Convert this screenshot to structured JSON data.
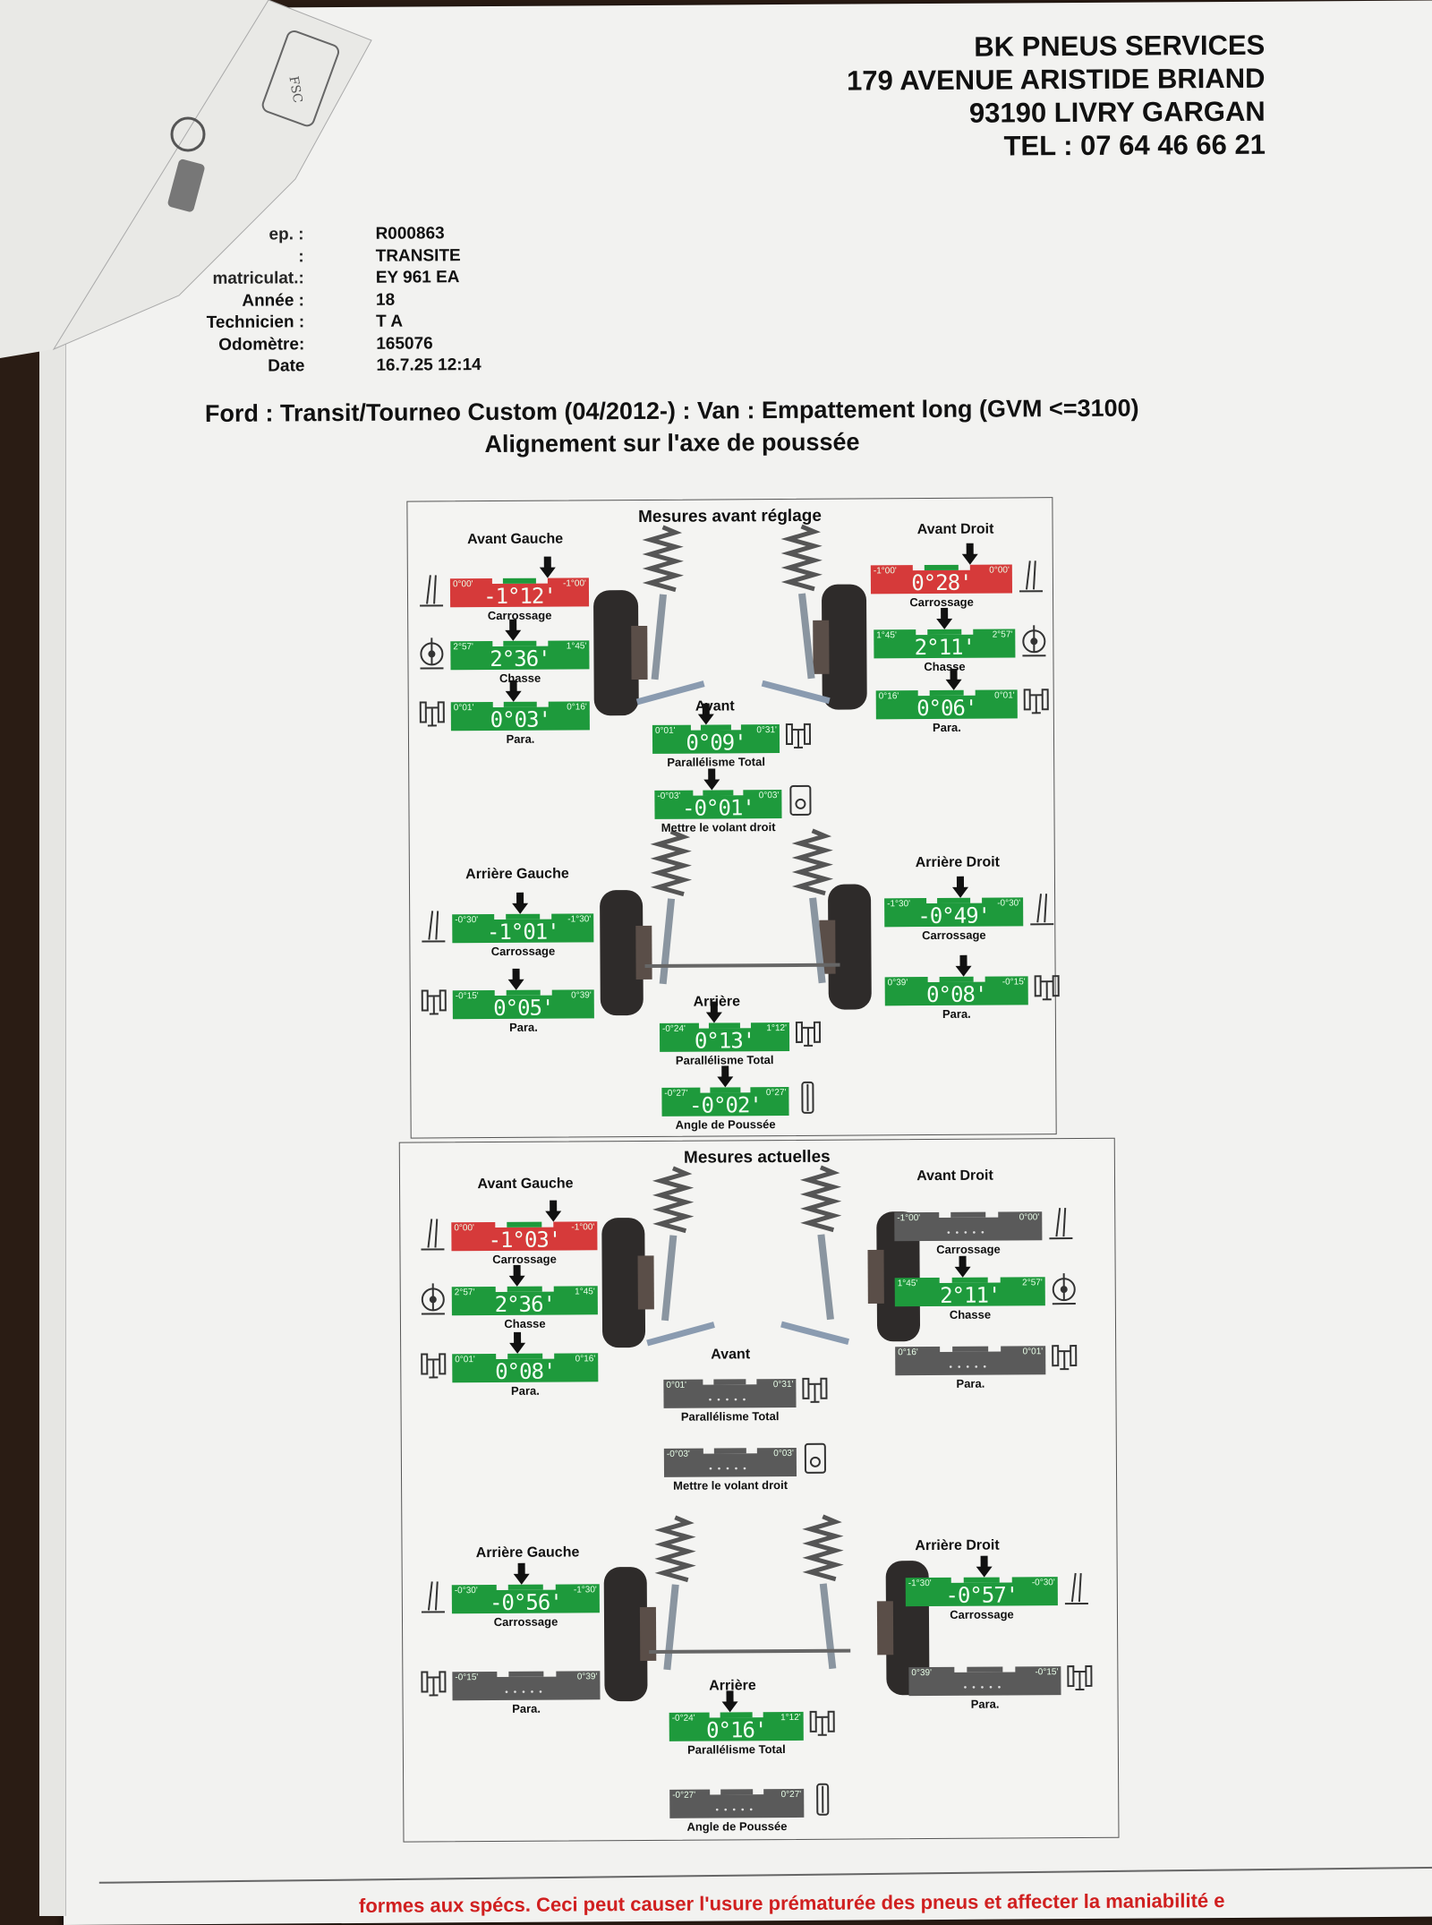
{
  "company": {
    "name": "BK PNEUS SERVICES",
    "address": "179 AVENUE ARISTIDE BRIAND",
    "city": "93190 LIVRY GARGAN",
    "phone": "TEL : 07 64 46 66 21"
  },
  "vehicle_info": [
    {
      "label": "ep. :",
      "value": "R000863"
    },
    {
      "label": ":",
      "value": "TRANSITE"
    },
    {
      "label": "matriculat.:",
      "value": "EY 961 EA"
    },
    {
      "label": "Année :",
      "value": "18"
    },
    {
      "label": "Technicien :",
      "value": "T A"
    },
    {
      "label": "Odomètre:",
      "value": "165076"
    },
    {
      "label": "Date",
      "value": "16.7.25 12:14"
    }
  ],
  "title": {
    "vehicle": "Ford : Transit/Tourneo Custom (04/2012-) : Van : Empattement long (GVM <=3100)",
    "mode": "Alignement sur l'axe de poussée"
  },
  "panels": [
    {
      "title": "Mesures avant réglage",
      "headers": [
        "Avant Gauche",
        "Avant Droit",
        "Avant",
        "Arrière Gauche",
        "Arrière Droit",
        "Arrière"
      ],
      "gauges": [
        {
          "label": "Carrossage",
          "min": "0°00'",
          "max": "-1°00'",
          "value": "-1°12'",
          "status": "red"
        },
        {
          "label": "Chasse",
          "min": "2°57'",
          "max": "1°45'",
          "value": "2°36'",
          "status": "green"
        },
        {
          "label": "Para.",
          "min": "0°01'",
          "max": "0°16'",
          "value": "0°03'",
          "status": "green"
        },
        {
          "label": "Carrossage",
          "min": "-1°00'",
          "max": "0°00'",
          "value": "0°28'",
          "status": "red"
        },
        {
          "label": "Chasse",
          "min": "1°45'",
          "max": "2°57'",
          "value": "2°11'",
          "status": "green"
        },
        {
          "label": "Para.",
          "min": "0°16'",
          "max": "0°01'",
          "value": "0°06'",
          "status": "green"
        },
        {
          "label": "Parallélisme Total",
          "min": "0°01'",
          "max": "0°31'",
          "value": "0°09'",
          "status": "green"
        },
        {
          "label": "Mettre le volant droit",
          "min": "-0°03'",
          "max": "0°03'",
          "value": "-0°01'",
          "status": "green"
        },
        {
          "label": "Carrossage",
          "min": "-0°30'",
          "max": "-1°30'",
          "value": "-1°01'",
          "status": "green"
        },
        {
          "label": "Para.",
          "min": "-0°15'",
          "max": "0°39'",
          "value": "0°05'",
          "status": "green"
        },
        {
          "label": "Carrossage",
          "min": "-1°30'",
          "max": "-0°30'",
          "value": "-0°49'",
          "status": "green"
        },
        {
          "label": "Para.",
          "min": "0°39'",
          "max": "-0°15'",
          "value": "0°08'",
          "status": "green"
        },
        {
          "label": "Parallélisme Total",
          "min": "-0°24'",
          "max": "1°12'",
          "value": "0°13'",
          "status": "green"
        },
        {
          "label": "Angle de Poussée",
          "min": "-0°27'",
          "max": "0°27'",
          "value": "-0°02'",
          "status": "green"
        }
      ]
    },
    {
      "title": "Mesures actuelles",
      "headers": [
        "Avant Gauche",
        "Avant Droit",
        "Avant",
        "Arrière Gauche",
        "Arrière Droit",
        "Arrière"
      ],
      "gauges": [
        {
          "label": "Carrossage",
          "min": "0°00'",
          "max": "-1°00'",
          "value": "-1°03'",
          "status": "red"
        },
        {
          "label": "Chasse",
          "min": "2°57'",
          "max": "1°45'",
          "value": "2°36'",
          "status": "green"
        },
        {
          "label": "Para.",
          "min": "0°01'",
          "max": "0°16'",
          "value": "0°08'",
          "status": "green"
        },
        {
          "label": "Carrossage",
          "min": "-1°00'",
          "max": "0°00'",
          "value": null,
          "status": "grey"
        },
        {
          "label": "Chasse",
          "min": "1°45'",
          "max": "2°57'",
          "value": "2°11'",
          "status": "green"
        },
        {
          "label": "Para.",
          "min": "0°16'",
          "max": "0°01'",
          "value": null,
          "status": "grey"
        },
        {
          "label": "Parallélisme Total",
          "min": "0°01'",
          "max": "0°31'",
          "value": null,
          "status": "grey"
        },
        {
          "label": "Mettre le volant droit",
          "min": "-0°03'",
          "max": "0°03'",
          "value": null,
          "status": "grey"
        },
        {
          "label": "Carrossage",
          "min": "-0°30'",
          "max": "-1°30'",
          "value": "-0°56'",
          "status": "green"
        },
        {
          "label": "Para.",
          "min": "-0°15'",
          "max": "0°39'",
          "value": null,
          "status": "grey"
        },
        {
          "label": "Carrossage",
          "min": "-1°30'",
          "max": "-0°30'",
          "value": "-0°57'",
          "status": "green"
        },
        {
          "label": "Para.",
          "min": "0°39'",
          "max": "-0°15'",
          "value": null,
          "status": "grey"
        },
        {
          "label": "Parallélisme Total",
          "min": "-0°24'",
          "max": "1°12'",
          "value": "0°16'",
          "status": "green"
        },
        {
          "label": "Angle de Poussée",
          "min": "-0°27'",
          "max": "0°27'",
          "value": null,
          "status": "grey"
        }
      ]
    }
  ],
  "footer_warning": "formes aux spécs. Ceci peut causer l'usure prématurée des pneus et affecter la maniabilité e"
}
